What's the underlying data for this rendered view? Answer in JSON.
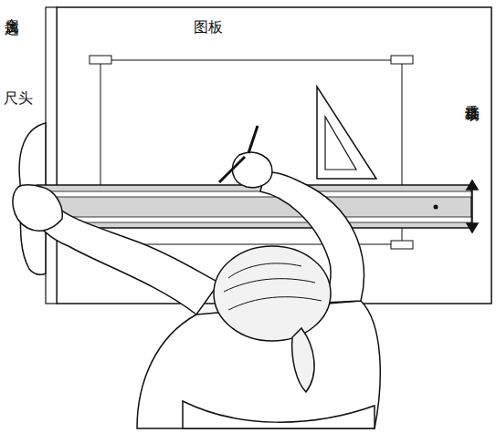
{
  "diagram": {
    "labels": [
      "金属边",
      "图板",
      "尺头",
      "垂直移动"
    ]
  }
}
